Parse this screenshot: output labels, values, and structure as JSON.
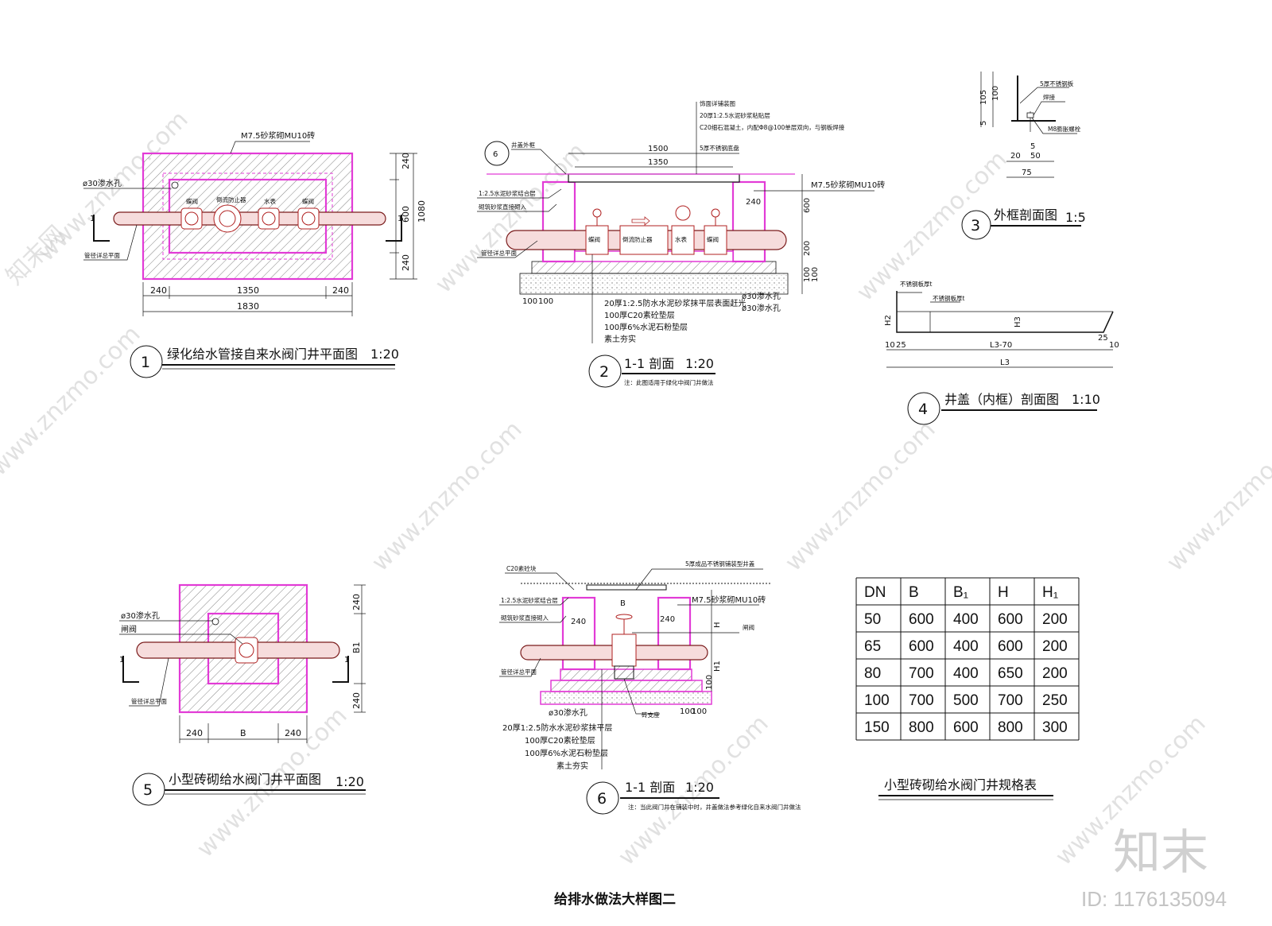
{
  "sheet_title": "给排水做法大样图二",
  "watermark": {
    "brand": "知末",
    "id_label": "ID: 1176135094",
    "site": "www.znzmo.com",
    "site_cn": "知末网"
  },
  "detail1": {
    "number": "1",
    "title": "绿化给水管接自来水阀门井平面图",
    "scale": "1:20",
    "labels": {
      "wall": "M7.5砂浆砌MU10砖",
      "hole": "ø30渗水孔",
      "valve1": "蝶阀",
      "backflow": "倒流防止器",
      "meter": "水表",
      "valve2": "蝶阀",
      "pipe": "管径详总平面",
      "cut": "1"
    },
    "dims_bottom": [
      "240",
      "1350",
      "240",
      "1830"
    ],
    "dims_right": [
      "240",
      "600",
      "240",
      "1080"
    ]
  },
  "detail2": {
    "number": "2",
    "title": "1-1 剖面",
    "scale": "1:20",
    "note": "注：此图适用于绿化中阀门井做法",
    "ref": "6",
    "labels": {
      "cover_frame": "井盖外框",
      "finish": "饰面详铺装图",
      "mortar_top": "20厚1:2.5水泥砂浆粘贴层",
      "concrete": "C20细石混凝土，内配Φ8@100单层双向，与钢板焊接",
      "steel": "5厚不锈钢底盘",
      "bond": "1:2.5水泥砂浆结合层",
      "brick_direct": "砌筑砂浆直接砌入",
      "pipe": "管径详总平面",
      "wall": "M7.5砂浆砌MU10砖",
      "valve1": "蝶阀",
      "backflow": "倒流防止器",
      "meter": "水表",
      "valve2": "蝶阀",
      "floor": "20厚1:2.5防水水泥砂浆抹平层表面赶光",
      "c20": "100厚C20素砼垫层",
      "gravel": "100厚6%水泥石粉垫层",
      "soil": "素土夯实",
      "hole": "ø30渗水孔"
    },
    "dims_top": [
      "1500",
      "1350"
    ],
    "dims_side": [
      "240",
      "600",
      "200",
      "100",
      "100"
    ],
    "dims_bottom": [
      "100",
      "100"
    ]
  },
  "detail3": {
    "number": "3",
    "title": "外框剖面图",
    "scale": "1:5",
    "labels": {
      "plate": "5厚不锈钢板",
      "weld": "焊接",
      "bolt": "M8膨胀螺栓"
    },
    "dims": [
      "105",
      "100",
      "5",
      "5",
      "20",
      "50",
      "75"
    ]
  },
  "detail4": {
    "number": "4",
    "title": "井盖（内框）剖面图",
    "scale": "1:10",
    "labels": {
      "t1": "不锈钢板厚t",
      "t2": "不锈钢板厚t",
      "h2": "H2",
      "h3": "H3"
    },
    "dims": [
      "10",
      "25",
      "L3-70",
      "25",
      "10",
      "L3"
    ]
  },
  "detail5": {
    "number": "5",
    "title": "小型砖砌给水阀门井平面图",
    "scale": "1:20",
    "labels": {
      "hole": "ø30渗水孔",
      "gate": "闸阀",
      "pipe": "管径详总平面",
      "cut": "1"
    },
    "dims_bottom": [
      "240",
      "B",
      "240"
    ],
    "dims_right": [
      "240",
      "B1",
      "240"
    ]
  },
  "detail6": {
    "number": "6",
    "title": "1-1 剖面",
    "scale": "1:20",
    "note": "注：当此阀门井在铺装中时，井盖做法参考绿化自来水阀门井做法",
    "labels": {
      "c20block": "C20素砼块",
      "cover": "5厚成品不锈钢铺装型井盖",
      "bond": "1:2.5水泥砂浆结合层",
      "brick_direct": "砌筑砂浆直接砌入",
      "wall": "M7.5砂浆砌MU10砖",
      "gate": "闸阀",
      "pipe": "管径详总平面",
      "hole": "ø30渗水孔",
      "floor": "20厚1:2.5防水水泥砂浆抹平层",
      "c20": "100厚C20素砼垫层",
      "gravel": "100厚6%水泥石粉垫层",
      "soil": "素土夯实",
      "support": "砖支座",
      "B": "B",
      "H": "H",
      "H1": "H1"
    },
    "dims": [
      "240",
      "240",
      "100",
      "100",
      "100"
    ]
  },
  "spec_table": {
    "title": "小型砖砌给水阀门井规格表",
    "headers": [
      "DN",
      "B",
      "B₁",
      "H",
      "H₁"
    ],
    "rows": [
      [
        "50",
        "600",
        "400",
        "600",
        "200"
      ],
      [
        "65",
        "600",
        "400",
        "600",
        "200"
      ],
      [
        "80",
        "700",
        "400",
        "650",
        "200"
      ],
      [
        "100",
        "700",
        "500",
        "700",
        "250"
      ],
      [
        "150",
        "800",
        "600",
        "800",
        "300"
      ]
    ]
  }
}
